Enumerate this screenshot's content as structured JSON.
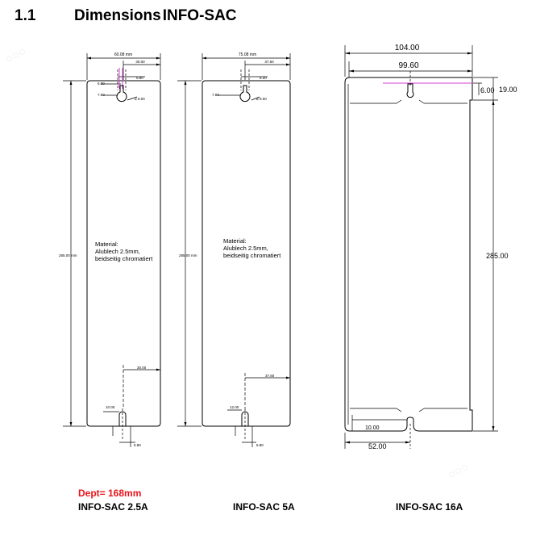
{
  "header": {
    "section_number": "1.1",
    "title_word": "Dimensions",
    "title_product": "INFO-SAC"
  },
  "depth_note": "Dept= 168mm",
  "accent_colors": {
    "depth_note": "#e8141b",
    "centerline": "#d23cd2"
  },
  "units": {
    "a": {
      "name": "INFO-SAC 2.5A",
      "width": "60.08 mm",
      "half_width": "30.00",
      "slot_top": "5.80",
      "slot_bottom": "5.80",
      "slot_offset": "6.00",
      "hole_offset": "7.80",
      "hole_dia": "⌀ 9.00",
      "height": "285.00 mm",
      "lower_half_width": "30.00",
      "bottom_slot_height": "10.00",
      "material": [
        "Material:",
        "Alublech 2.5mm,",
        "beidseitig chromatiert"
      ]
    },
    "b": {
      "name": "INFO-SAC 5A",
      "width": "75.08 mm",
      "half_width": "37.60",
      "slot_top": "5.20",
      "slot_bottom": "5.80",
      "hole_offset": "7.80",
      "hole_dia": "⌀ 9.00",
      "height": "285.00 mm",
      "lower_half_width": "37.60",
      "bottom_slot_height": "12.00",
      "material": [
        "Material:",
        "Alublech 2.5mm,",
        "beidseitig chromatiert"
      ]
    },
    "c": {
      "name": "INFO-SAC 16A",
      "width": "104.00",
      "inner_width": "99.60",
      "top_offset": "6.00",
      "top_height": "19.00",
      "height": "285.00",
      "bottom_slot_height": "10.00",
      "bottom_half_width": "52.00"
    }
  }
}
